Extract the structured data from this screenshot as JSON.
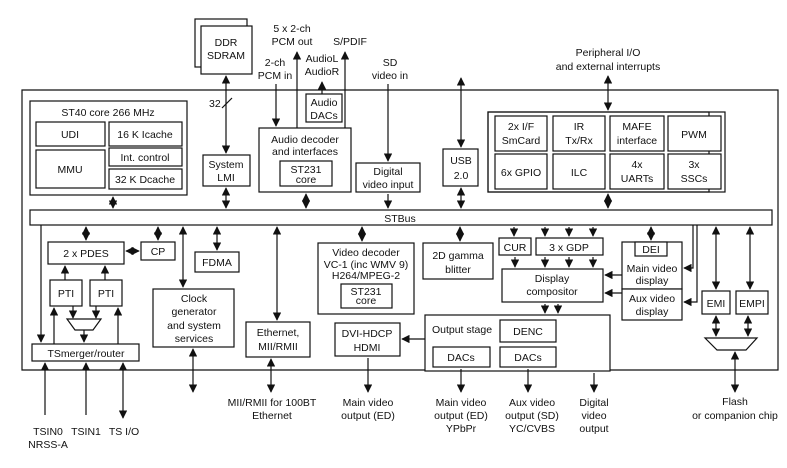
{
  "external": {
    "ddr": [
      "DDR",
      "SDRAM"
    ],
    "pcm_out": [
      "5 x 2-ch",
      "PCM out"
    ],
    "spdif": "S/PDIF",
    "pcm_in": [
      "2-ch",
      "PCM in"
    ],
    "audio_lr": [
      "AudioL",
      "AudioR"
    ],
    "sd_video_in": [
      "SD",
      "video in"
    ],
    "peripheral_io": [
      "Peripheral I/O",
      "and external interrupts"
    ],
    "bus_width": "32",
    "tsin0": [
      "TSIN0",
      "NRSS-A"
    ],
    "tsin1": "TSIN1",
    "ts_io": "TS I/O",
    "ethernet_out": [
      "MII/RMII for 100BT",
      "Ethernet"
    ],
    "main_video_out_ed": [
      "Main video",
      "output (ED)"
    ],
    "main_video_out_ypbpr": [
      "Main video",
      "output (ED)",
      "YPbPr"
    ],
    "aux_video_out": [
      "Aux video",
      "output (SD)",
      "YC/CVBS"
    ],
    "digital_video_out": [
      "Digital",
      "video",
      "output"
    ],
    "flash": [
      "Flash",
      "or companion chip"
    ]
  },
  "blocks": {
    "st40": {
      "title": "ST40 core 266 MHz",
      "udi": "UDI",
      "mmu": "MMU",
      "icache": "16 K Icache",
      "int_control": "Int. control",
      "dcache": "32 K Dcache"
    },
    "system_lmi": [
      "System",
      "LMI"
    ],
    "audio_dacs": [
      "Audio",
      "DACs"
    ],
    "audio_decoder": [
      "Audio decoder",
      "and interfaces"
    ],
    "audio_st231": [
      "ST231",
      "core"
    ],
    "digital_video_input": [
      "Digital",
      "video input"
    ],
    "usb": [
      "USB",
      "2.0"
    ],
    "peripherals": {
      "smcard": [
        "2x I/F",
        "SmCard"
      ],
      "ir": [
        "IR",
        "Tx/Rx"
      ],
      "mafe": [
        "MAFE",
        "interface"
      ],
      "pwm": "PWM",
      "gpio": "6x GPIO",
      "ilc": "ILC",
      "uarts": [
        "4x",
        "UARTs"
      ],
      "sscs": [
        "3x",
        "SSCs"
      ]
    },
    "stbus": "STBus",
    "pdes": "2 x PDES",
    "cp": "CP",
    "fdma": "FDMA",
    "pti1": "PTI",
    "pti2": "PTI",
    "tsmerger": "TSmerger/router",
    "clock": [
      "Clock",
      "generator",
      "and system",
      "services"
    ],
    "ethernet": [
      "Ethernet,",
      "MII/RMII"
    ],
    "video_decoder": [
      "Video decoder",
      "VC-1 (inc WMV 9)",
      "H264/MPEG-2"
    ],
    "video_st231": [
      "ST231",
      "core"
    ],
    "blitter": [
      "2D gamma",
      "blitter"
    ],
    "cur": "CUR",
    "gdp": "3 x GDP",
    "compositor": [
      "Display",
      "compositor"
    ],
    "dei": "DEI",
    "main_video_display": [
      "Main video",
      "display"
    ],
    "aux_video_display": [
      "Aux video",
      "display"
    ],
    "emi": "EMI",
    "empi": "EMPI",
    "dvi_hdmi": [
      "DVI-HDCP",
      "HDMI"
    ],
    "output_stage": "Output stage",
    "denc": "DENC",
    "dacs1": "DACs",
    "dacs2": "DACs"
  }
}
